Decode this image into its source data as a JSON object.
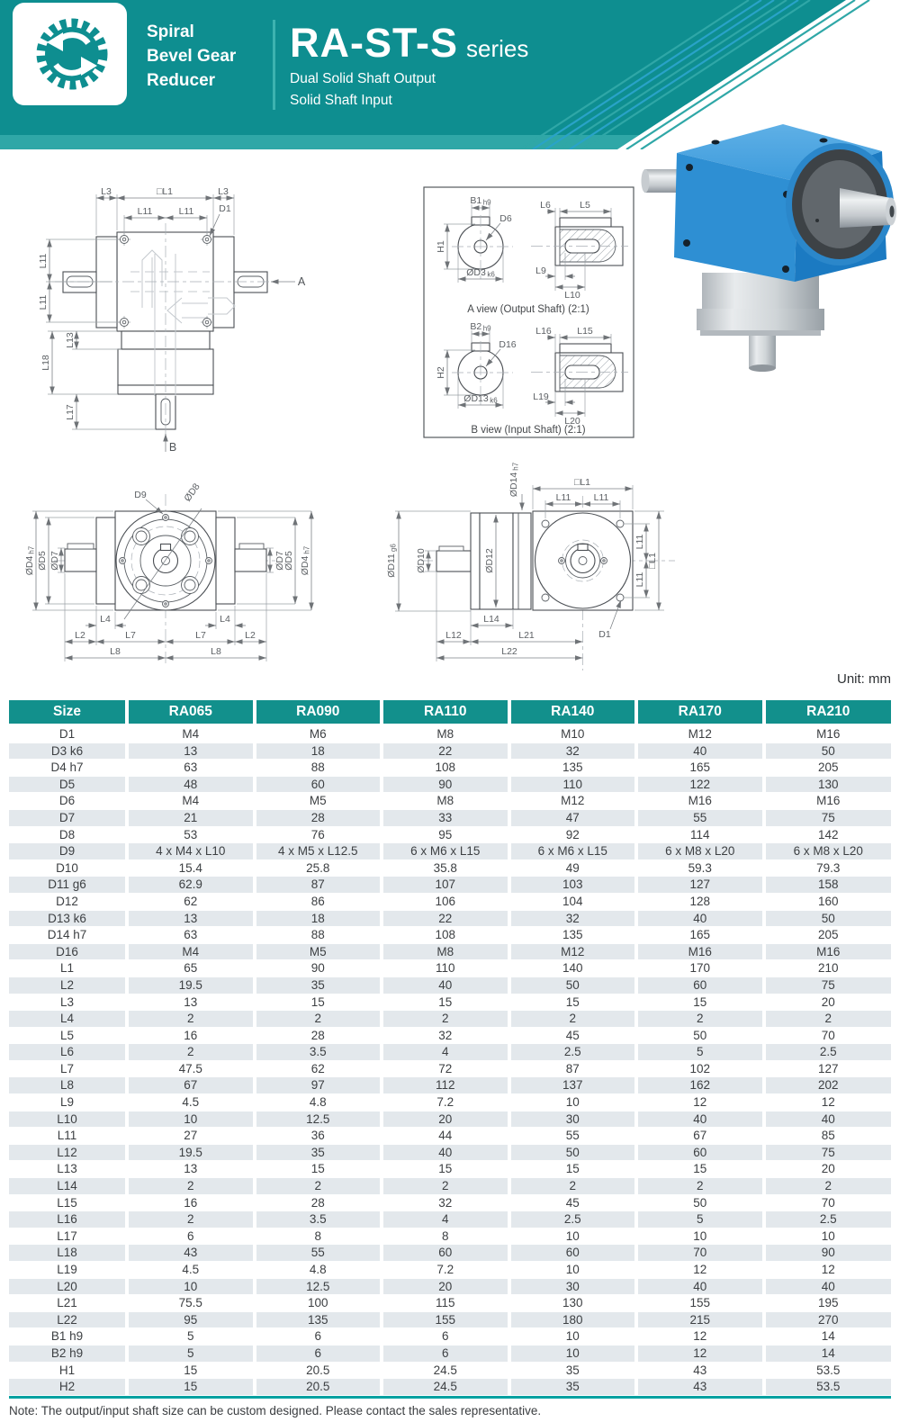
{
  "unit_label": "Unit: mm",
  "note": "Note: The output/input shaft size can be custom designed. Please contact the sales representative.",
  "header": {
    "brand": {
      "line1": "Spiral",
      "line2": "Bevel Gear",
      "line3": "Reducer"
    },
    "series": {
      "name": "RA-ST-S",
      "suffix": "series",
      "subtitle1": "Dual Solid Shaft Output",
      "subtitle2": "Solid Shaft Input"
    },
    "colors": {
      "teal": "#0E8E90",
      "teal_stripe": "#2FA7A7",
      "stripe_accent": "#29A3C8"
    }
  },
  "captions": {
    "a_view": "A view (Output Shaft) (2:1)",
    "b_view": "B view (Input Shaft) (2:1)"
  },
  "labels": {
    "L1sq": "□L1",
    "L2": "L2",
    "L3": "L3",
    "L4": "L4",
    "L5": "L5",
    "L6": "L6",
    "L7": "L7",
    "L8": "L8",
    "L9": "L9",
    "L10": "L10",
    "L11": "L11",
    "L12": "L12",
    "L13": "L13",
    "L14": "L14",
    "L15": "L15",
    "L16": "L16",
    "L17": "L17",
    "L18": "L18",
    "L19": "L19",
    "L20": "L20",
    "L21": "L21",
    "L22": "L22",
    "A": "A",
    "B": "B",
    "D1": "D1",
    "D6": "D6",
    "D9": "D9",
    "D16": "D16",
    "H1": "H1",
    "H2": "H2",
    "B1": "B1",
    "B2": "B2",
    "h9": "h9",
    "k6": "k6",
    "h7": "h7",
    "g6": "g6",
    "OD3": "ØD3",
    "OD4": "ØD4",
    "OD5": "ØD5",
    "OD7": "ØD7",
    "OD8": "ØD8",
    "OD10": "ØD10",
    "OD11": "ØD11",
    "OD12": "ØD12",
    "OD13": "ØD13",
    "OD14": "ØD14"
  },
  "table": {
    "header": [
      "Size",
      "RA065",
      "RA090",
      "RA110",
      "RA140",
      "RA170",
      "RA210"
    ],
    "rows": [
      {
        "size": "D1",
        "values": [
          "M4",
          "M6",
          "M8",
          "M10",
          "M12",
          "M16"
        ]
      },
      {
        "size": "D3 k6",
        "values": [
          "13",
          "18",
          "22",
          "32",
          "40",
          "50"
        ]
      },
      {
        "size": "D4 h7",
        "values": [
          "63",
          "88",
          "108",
          "135",
          "165",
          "205"
        ]
      },
      {
        "size": "D5",
        "values": [
          "48",
          "60",
          "90",
          "110",
          "122",
          "130"
        ]
      },
      {
        "size": "D6",
        "values": [
          "M4",
          "M5",
          "M8",
          "M12",
          "M16",
          "M16"
        ]
      },
      {
        "size": "D7",
        "values": [
          "21",
          "28",
          "33",
          "47",
          "55",
          "75"
        ]
      },
      {
        "size": "D8",
        "values": [
          "53",
          "76",
          "95",
          "92",
          "114",
          "142"
        ]
      },
      {
        "size": "D9",
        "values": [
          "4 x M4 x L10",
          "4 x M5 x L12.5",
          "6 x M6 x L15",
          "6 x M6 x L15",
          "6 x M8 x L20",
          "6 x M8 x L20"
        ]
      },
      {
        "size": "D10",
        "values": [
          "15.4",
          "25.8",
          "35.8",
          "49",
          "59.3",
          "79.3"
        ]
      },
      {
        "size": "D11 g6",
        "values": [
          "62.9",
          "87",
          "107",
          "103",
          "127",
          "158"
        ]
      },
      {
        "size": "D12",
        "values": [
          "62",
          "86",
          "106",
          "104",
          "128",
          "160"
        ]
      },
      {
        "size": "D13 k6",
        "values": [
          "13",
          "18",
          "22",
          "32",
          "40",
          "50"
        ]
      },
      {
        "size": "D14 h7",
        "values": [
          "63",
          "88",
          "108",
          "135",
          "165",
          "205"
        ]
      },
      {
        "size": "D16",
        "values": [
          "M4",
          "M5",
          "M8",
          "M12",
          "M16",
          "M16"
        ]
      },
      {
        "size": "L1",
        "values": [
          "65",
          "90",
          "110",
          "140",
          "170",
          "210"
        ]
      },
      {
        "size": "L2",
        "values": [
          "19.5",
          "35",
          "40",
          "50",
          "60",
          "75"
        ]
      },
      {
        "size": "L3",
        "values": [
          "13",
          "15",
          "15",
          "15",
          "15",
          "20"
        ]
      },
      {
        "size": "L4",
        "values": [
          "2",
          "2",
          "2",
          "2",
          "2",
          "2"
        ]
      },
      {
        "size": "L5",
        "values": [
          "16",
          "28",
          "32",
          "45",
          "50",
          "70"
        ]
      },
      {
        "size": "L6",
        "values": [
          "2",
          "3.5",
          "4",
          "2.5",
          "5",
          "2.5"
        ]
      },
      {
        "size": "L7",
        "values": [
          "47.5",
          "62",
          "72",
          "87",
          "102",
          "127"
        ]
      },
      {
        "size": "L8",
        "values": [
          "67",
          "97",
          "112",
          "137",
          "162",
          "202"
        ]
      },
      {
        "size": "L9",
        "values": [
          "4.5",
          "4.8",
          "7.2",
          "10",
          "12",
          "12"
        ]
      },
      {
        "size": "L10",
        "values": [
          "10",
          "12.5",
          "20",
          "30",
          "40",
          "40"
        ]
      },
      {
        "size": "L11",
        "values": [
          "27",
          "36",
          "44",
          "55",
          "67",
          "85"
        ]
      },
      {
        "size": "L12",
        "values": [
          "19.5",
          "35",
          "40",
          "50",
          "60",
          "75"
        ]
      },
      {
        "size": "L13",
        "values": [
          "13",
          "15",
          "15",
          "15",
          "15",
          "20"
        ]
      },
      {
        "size": "L14",
        "values": [
          "2",
          "2",
          "2",
          "2",
          "2",
          "2"
        ]
      },
      {
        "size": "L15",
        "values": [
          "16",
          "28",
          "32",
          "45",
          "50",
          "70"
        ]
      },
      {
        "size": "L16",
        "values": [
          "2",
          "3.5",
          "4",
          "2.5",
          "5",
          "2.5"
        ]
      },
      {
        "size": "L17",
        "values": [
          "6",
          "8",
          "8",
          "10",
          "10",
          "10"
        ]
      },
      {
        "size": "L18",
        "values": [
          "43",
          "55",
          "60",
          "60",
          "70",
          "90"
        ]
      },
      {
        "size": "L19",
        "values": [
          "4.5",
          "4.8",
          "7.2",
          "10",
          "12",
          "12"
        ]
      },
      {
        "size": "L20",
        "values": [
          "10",
          "12.5",
          "20",
          "30",
          "40",
          "40"
        ]
      },
      {
        "size": "L21",
        "values": [
          "75.5",
          "100",
          "115",
          "130",
          "155",
          "195"
        ]
      },
      {
        "size": "L22",
        "values": [
          "95",
          "135",
          "155",
          "180",
          "215",
          "270"
        ]
      },
      {
        "size": "B1 h9",
        "values": [
          "5",
          "6",
          "6",
          "10",
          "12",
          "14"
        ]
      },
      {
        "size": "B2 h9",
        "values": [
          "5",
          "6",
          "6",
          "10",
          "12",
          "14"
        ]
      },
      {
        "size": "H1",
        "values": [
          "15",
          "20.5",
          "24.5",
          "35",
          "43",
          "53.5"
        ]
      },
      {
        "size": "H2",
        "values": [
          "15",
          "20.5",
          "24.5",
          "35",
          "43",
          "53.5"
        ]
      }
    ]
  }
}
